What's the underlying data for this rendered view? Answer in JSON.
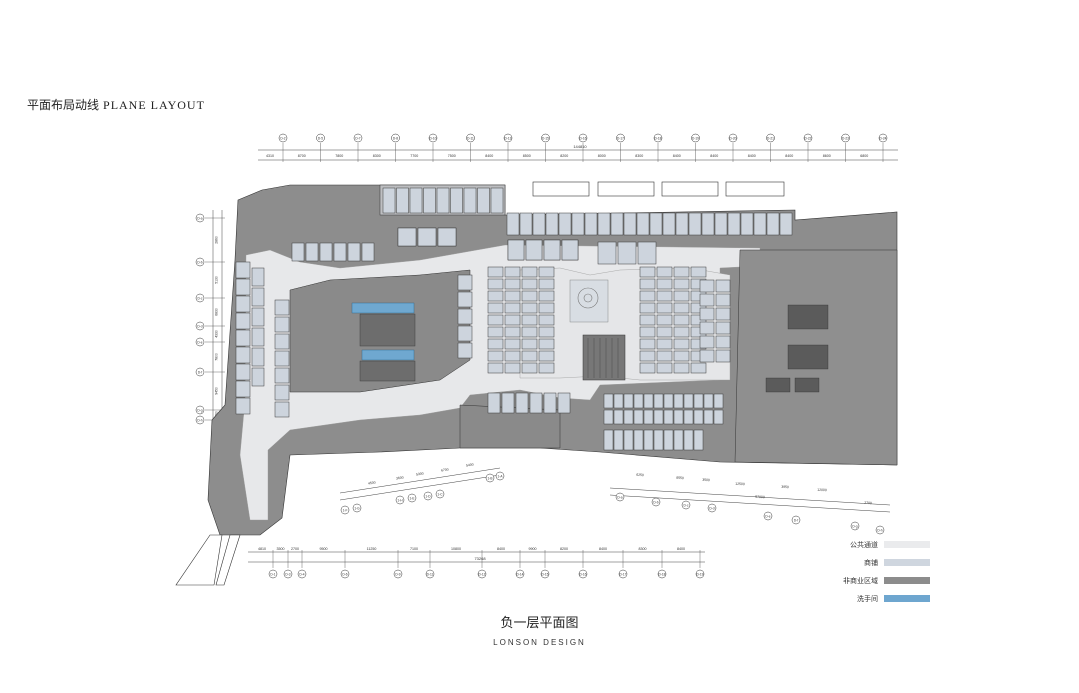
{
  "header": {
    "title_cn": "平面布局动线",
    "title_en": "PLANE LAYOUT"
  },
  "plan": {
    "title": "负一层平面图",
    "subtitle": "LONSON DESIGN"
  },
  "legend": [
    {
      "label": "公共通道",
      "color": "#eaebed"
    },
    {
      "label": "商铺",
      "color": "#cfd6df"
    },
    {
      "label": "非商业区域",
      "color": "#8c8c8c"
    },
    {
      "label": "洗手间",
      "color": "#6ea6cf"
    }
  ],
  "top_axes": [
    "D-2",
    "D-5",
    "D-7",
    "D-8",
    "D-10",
    "D-11",
    "D-13",
    "D-15",
    "D-16",
    "D-17",
    "D-18",
    "D-19",
    "D-20",
    "D-21",
    "D-22",
    "D-23",
    "D-24"
  ],
  "top_dims": [
    "4310",
    "8700",
    "7800",
    "8300",
    "7700",
    "7500",
    "8400",
    "8500",
    "8200",
    "8000",
    "8300",
    "8400",
    "8400",
    "8400",
    "8400",
    "8600",
    "6800"
  ],
  "top_total": "144810",
  "bottom_axes": [
    "D-1",
    "D-3",
    "D-4",
    "D-6",
    "D-9",
    "D-11",
    "D-12",
    "D-14",
    "D-15",
    "D-16",
    "D-17",
    "D-18",
    "D-19"
  ],
  "bottom_dims": [
    "4810",
    "3500",
    "2700",
    "9500",
    "11250",
    "7100",
    "10800",
    "8400",
    "9900",
    "8200",
    "8400",
    "8300",
    "8400"
  ],
  "bottom_total": "73268",
  "left_axes": [
    "D-a",
    "D-b",
    "D-c",
    "D-d",
    "D-e",
    "D-f",
    "D-g",
    "D-h"
  ],
  "left_dims": [
    "2860",
    "5130",
    "6830",
    "4330",
    "7800",
    "9450",
    "2860"
  ],
  "diag_axes_left": [
    "1-F",
    "1-G",
    "1-H",
    "1-E",
    "1-D",
    "1-C",
    "1-B",
    "1-A"
  ],
  "diag_dims_left": [
    "4500",
    "3600",
    "5300",
    "6700",
    "5400"
  ],
  "diag_axes_right": [
    "D-a",
    "D-b",
    "D-c",
    "D-d",
    "D-e",
    "D-f",
    "D-g",
    "D-h"
  ],
  "diag_dims_right": [
    "6250",
    "8550",
    "3500",
    "12500",
    "3950",
    "12000",
    "2700",
    "57000"
  ]
}
